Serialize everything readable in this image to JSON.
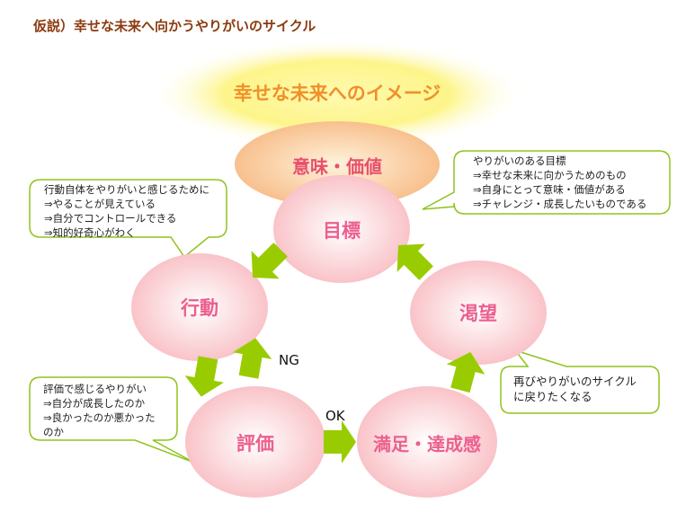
{
  "title": "仮説）幸せな未来へ向かうやりがいのサイクル",
  "vision": "幸せな未来へのイメージ",
  "meaning": "意味・価値",
  "nodes": {
    "goal": "目標",
    "action": "行動",
    "evaluation": "評価",
    "satisfaction": "満足・達成感",
    "craving": "渇望"
  },
  "labels": {
    "ng": "NG",
    "ok": "OK"
  },
  "callouts": {
    "goal": [
      "やりがいのある目標",
      "⇒幸せな未来に向かうためのもの",
      "⇒自身にとって意味・価値がある",
      "⇒チャレンジ・成長したいものである"
    ],
    "action": [
      "行動自体をやりがいと感じるために",
      "⇒やることが見えている",
      "⇒自分でコントロールできる",
      "⇒知的好奇心がわく"
    ],
    "evaluation": [
      "評価で感じるやりがい",
      "⇒自分が成長したのか",
      "⇒良かったのか悪かった",
      "のか"
    ],
    "craving": [
      "再びやりがいのサイクル",
      "に戻りたくなる"
    ]
  },
  "colors": {
    "title": "#8b3a0e",
    "vision_text": "#f0902a",
    "node_text": "#ec5f8e",
    "arrow": "#99cc00",
    "callout_border": "#8fc31f"
  }
}
